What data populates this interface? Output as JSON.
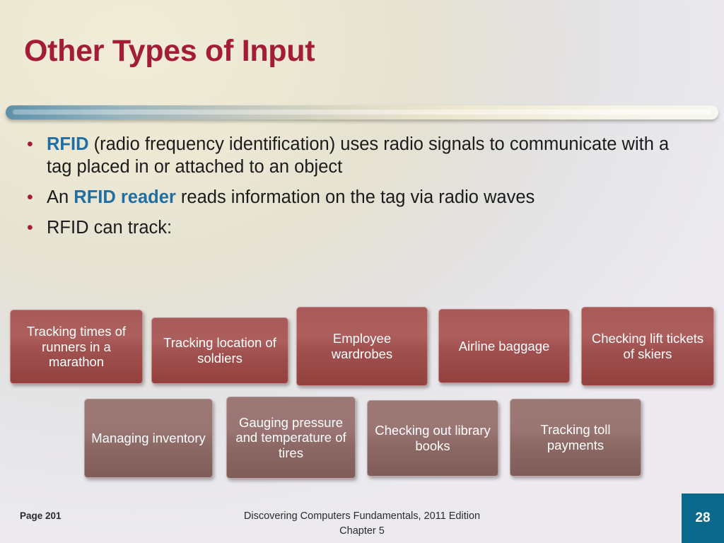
{
  "slide": {
    "title": "Other Types of Input",
    "bullets": [
      {
        "segments": [
          {
            "text": "RFID",
            "style": "keyword"
          },
          {
            "text": " (radio frequency identification) uses radio signals to communicate with a tag placed in or attached to an object",
            "style": "plain"
          }
        ]
      },
      {
        "segments": [
          {
            "text": "An ",
            "style": "plain"
          },
          {
            "text": "RFID reader",
            "style": "keyword"
          },
          {
            "text": " reads information on the tag via radio waves",
            "style": "plain"
          }
        ]
      },
      {
        "segments": [
          {
            "text": "RFID can track:",
            "style": "plain"
          }
        ]
      }
    ],
    "bullet_marker": "•",
    "boxes_row1": [
      {
        "label": "Tracking times of runners in a marathon"
      },
      {
        "label": "Tracking location of soldiers"
      },
      {
        "label": "Employee wardrobes"
      },
      {
        "label": "Airline baggage"
      },
      {
        "label": "Checking lift tickets of skiers"
      }
    ],
    "boxes_row2": [
      {
        "label": "Managing inventory"
      },
      {
        "label": "Gauging pressure and temperature of tires"
      },
      {
        "label": "Checking out library books"
      },
      {
        "label": "Tracking toll payments"
      }
    ],
    "footer": {
      "page_ref": "Page 201",
      "book_line1": "Discovering Computers Fundamentals, 2011 Edition",
      "book_line2": "Chapter 5",
      "slide_number": "28"
    },
    "colors": {
      "title": "#a41d38",
      "keyword": "#1f6fa5",
      "box_red": "#a0504e",
      "box_mauve": "#8d6966",
      "badge": "#0b6a8c"
    }
  }
}
